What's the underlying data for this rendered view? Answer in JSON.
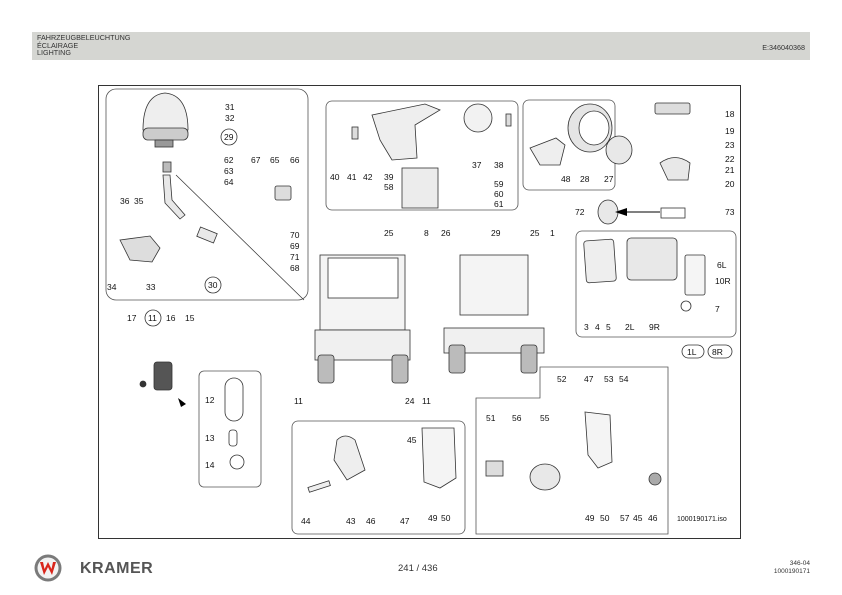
{
  "header": {
    "titles": [
      "FAHRZEUGBELEUCHTUNG",
      "ÉCLAIRAGE",
      "LIGHTING"
    ],
    "code": "E:346040368"
  },
  "diagram": {
    "file_label": "1000190171.iso",
    "groups": {
      "beacon": [
        "31",
        "32",
        "29",
        "62",
        "63",
        "64",
        "67",
        "65",
        "66",
        "36",
        "35",
        "70",
        "69",
        "71",
        "68",
        "34",
        "33",
        "30"
      ],
      "buzzer_bracket": [
        "40",
        "41",
        "42",
        "39",
        "37",
        "38",
        "58",
        "59",
        "60",
        "61"
      ],
      "worklight": [
        "48",
        "28",
        "27"
      ],
      "horn": [
        "18",
        "19",
        "23",
        "22",
        "21",
        "20",
        "72",
        "73"
      ],
      "machine_front": [
        "25",
        "11",
        "24",
        "11"
      ],
      "machine_rear": [
        "8",
        "26",
        "29",
        "25",
        "1"
      ],
      "headlamp": [
        "6L",
        "10R",
        "7",
        "3",
        "4",
        "5",
        "2L",
        "9R",
        "1L",
        "8R"
      ],
      "side_lamp": [
        "17",
        "11",
        "16",
        "15"
      ],
      "bulbs": [
        "12",
        "13",
        "14"
      ],
      "socket_plate": [
        "44",
        "43",
        "46",
        "45",
        "47",
        "49",
        "50"
      ],
      "relay_socket": [
        "52",
        "47",
        "53",
        "54",
        "51",
        "56",
        "55",
        "49",
        "50",
        "57",
        "45",
        "46"
      ]
    }
  },
  "footer": {
    "brand": "KRAMER",
    "page": "241 / 436",
    "ref_line1": "346-04",
    "ref_line2": "1000190171"
  },
  "colors": {
    "header_bg": "#d5d6d2",
    "logo_red": "#d9261c",
    "logo_grey": "#7a7a7a"
  }
}
